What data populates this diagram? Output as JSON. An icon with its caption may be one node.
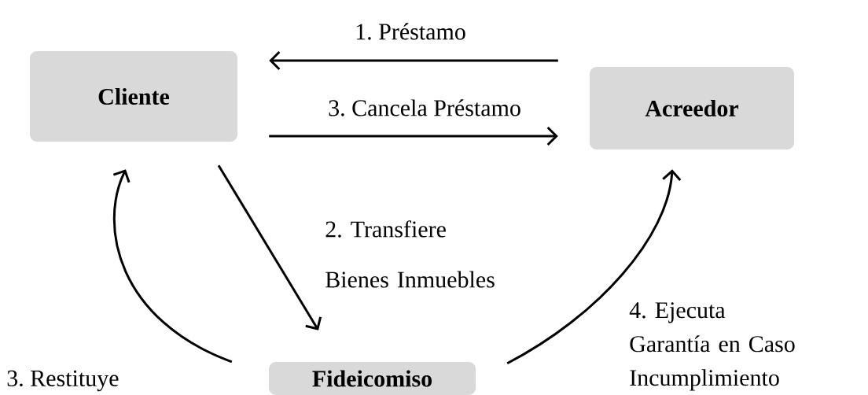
{
  "diagram": {
    "nodes": [
      {
        "text": [
          "Cliente"
        ]
      },
      {
        "text": [
          "Acreedor"
        ]
      },
      {
        "text": [
          "Fideicomiso"
        ]
      }
    ],
    "edges": [
      {
        "from": 1,
        "to": 0,
        "arrow": "to",
        "label": "1. Préstamo"
      },
      {
        "from": 0,
        "to": 1,
        "arrow": "to",
        "label": "3. Cancela Préstamo"
      },
      {
        "from": 0,
        "to": 2,
        "arrow": "to",
        "label": "2. Transfiere Bienes Inmuebles"
      },
      {
        "from": 2,
        "to": 0,
        "arrow": "to",
        "label": "3. Restituye"
      },
      {
        "from": 2,
        "to": 1,
        "arrow": "to",
        "label": "4. Ejecuta Garantía en Caso Incumplimiento"
      }
    ]
  }
}
